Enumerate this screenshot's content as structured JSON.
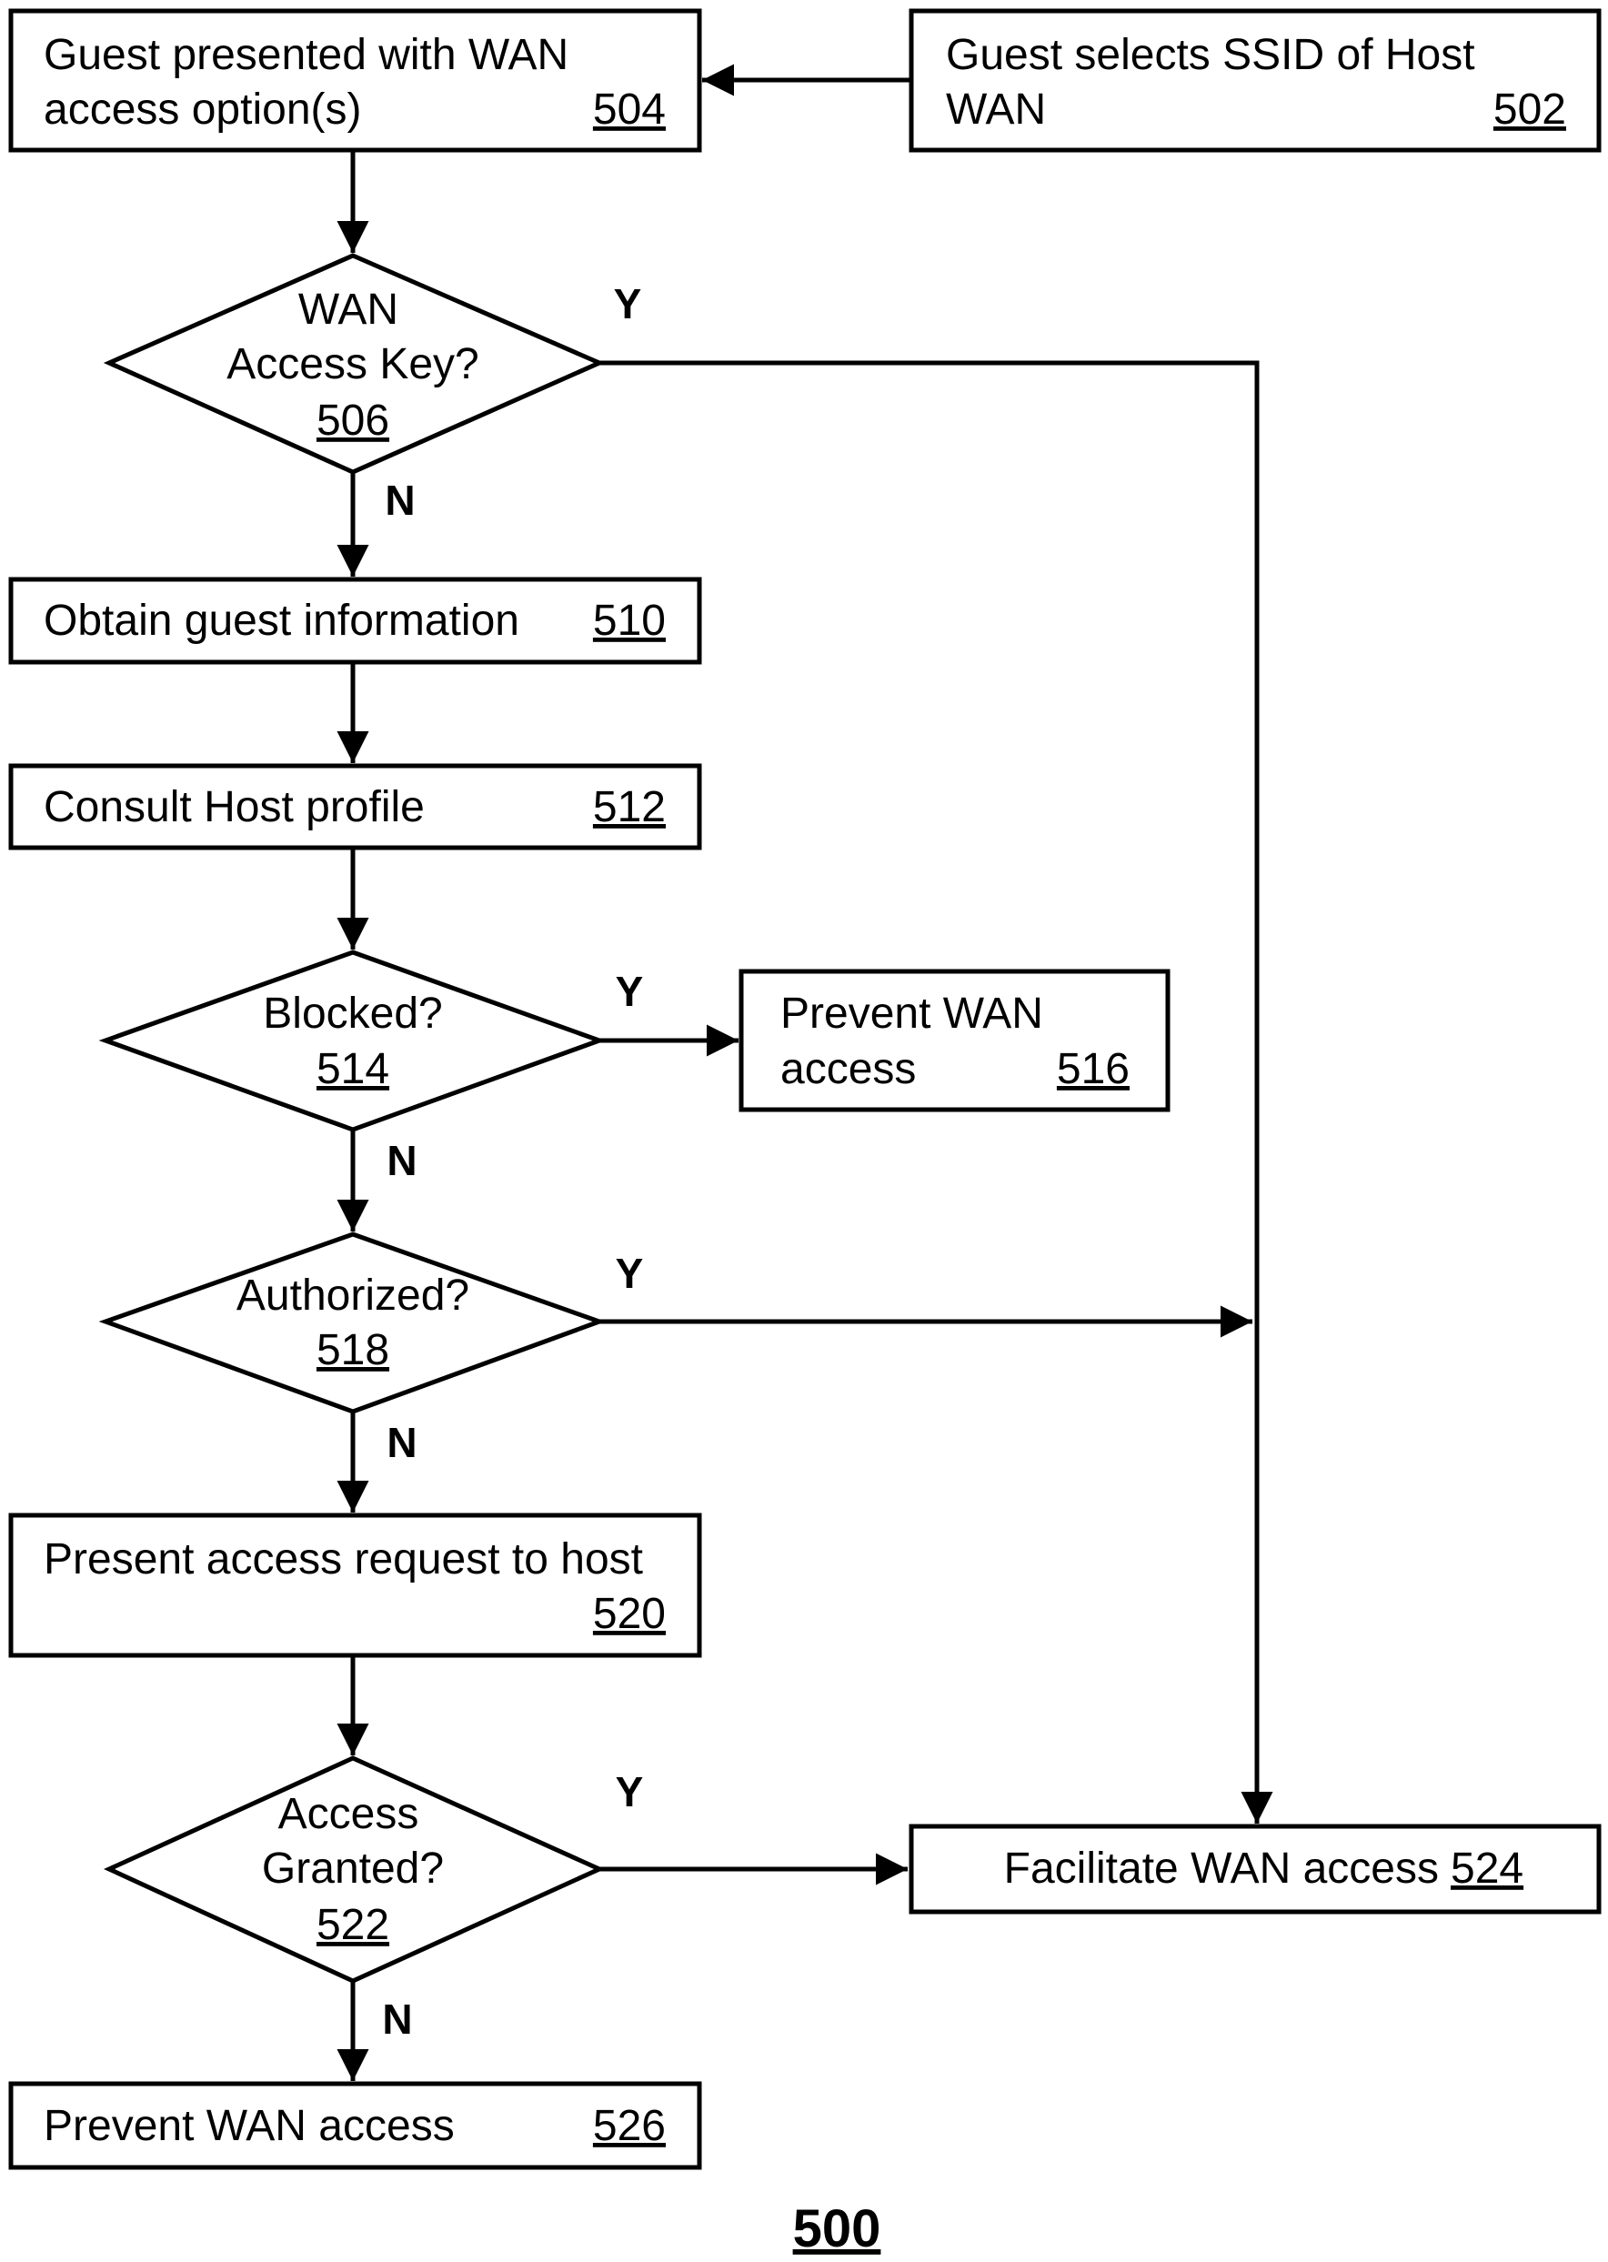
{
  "nodes": {
    "n502": {
      "text_lines": [
        "Guest selects SSID of Host",
        "WAN"
      ],
      "ref": "502"
    },
    "n504": {
      "text_lines": [
        "Guest presented with WAN",
        "access option(s)"
      ],
      "ref": "504"
    },
    "n506": {
      "text_lines": [
        "WAN",
        "Access Key?"
      ],
      "ref": "506"
    },
    "n510": {
      "text_lines": [
        "Obtain guest information"
      ],
      "ref": "510"
    },
    "n512": {
      "text_lines": [
        "Consult Host profile"
      ],
      "ref": "512"
    },
    "n514": {
      "text_lines": [
        "Blocked?"
      ],
      "ref": "514"
    },
    "n516": {
      "text_lines": [
        "Prevent WAN",
        "access"
      ],
      "ref": "516"
    },
    "n518": {
      "text_lines": [
        "Authorized?"
      ],
      "ref": "518"
    },
    "n520": {
      "text_lines": [
        "Present access request to host"
      ],
      "ref": "520"
    },
    "n522": {
      "text_lines": [
        "Access",
        "Granted?"
      ],
      "ref": "522"
    },
    "n524": {
      "text_lines": [
        "Facilitate WAN access"
      ],
      "ref": "524"
    },
    "n526": {
      "text_lines": [
        "Prevent WAN access"
      ],
      "ref": "526"
    }
  },
  "branch_labels": {
    "n506_yes": "Y",
    "n506_no": "N",
    "n514_yes": "Y",
    "n514_no": "N",
    "n518_yes": "Y",
    "n518_no": "N",
    "n522_yes": "Y",
    "n522_no": "N"
  },
  "figure_number": "500",
  "colors": {
    "stroke": "#000000",
    "background": "#ffffff"
  }
}
